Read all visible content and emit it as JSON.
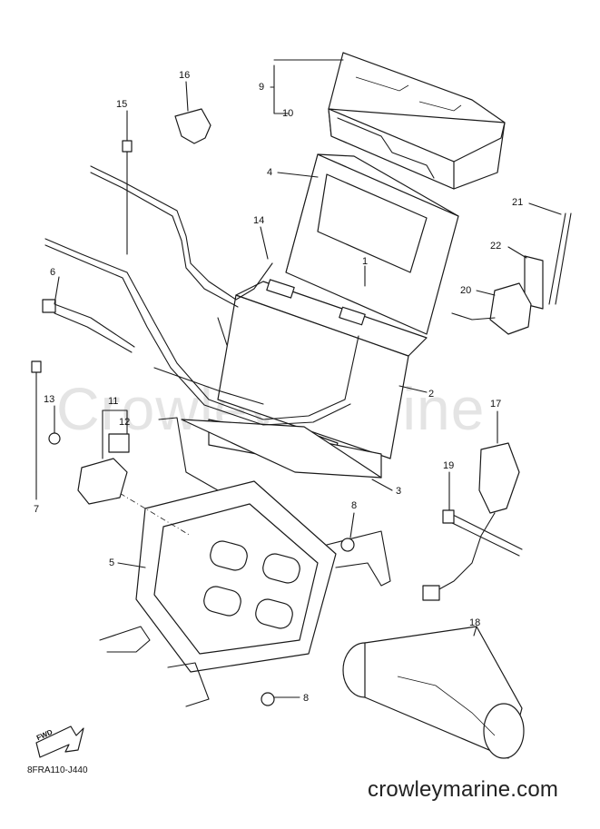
{
  "diagram": {
    "watermark": "Crowley Marine",
    "doc_code": "8FRA110-J440",
    "footer": "crowleymarine.com",
    "fwd_label": "FWD",
    "callouts": [
      {
        "id": "c1",
        "text": "1"
      },
      {
        "id": "c2",
        "text": "2"
      },
      {
        "id": "c3",
        "text": "3"
      },
      {
        "id": "c4",
        "text": "4"
      },
      {
        "id": "c5",
        "text": "5"
      },
      {
        "id": "c6",
        "text": "6"
      },
      {
        "id": "c7",
        "text": "7"
      },
      {
        "id": "c8a",
        "text": "8"
      },
      {
        "id": "c8b",
        "text": "8"
      },
      {
        "id": "c9",
        "text": "9"
      },
      {
        "id": "c10",
        "text": "10"
      },
      {
        "id": "c11",
        "text": "11"
      },
      {
        "id": "c12",
        "text": "12"
      },
      {
        "id": "c13",
        "text": "13"
      },
      {
        "id": "c14",
        "text": "14"
      },
      {
        "id": "c15",
        "text": "15"
      },
      {
        "id": "c16",
        "text": "16"
      },
      {
        "id": "c17",
        "text": "17"
      },
      {
        "id": "c18",
        "text": "18"
      },
      {
        "id": "c19",
        "text": "19"
      },
      {
        "id": "c20",
        "text": "20"
      },
      {
        "id": "c21",
        "text": "21"
      },
      {
        "id": "c22",
        "text": "22"
      }
    ]
  }
}
